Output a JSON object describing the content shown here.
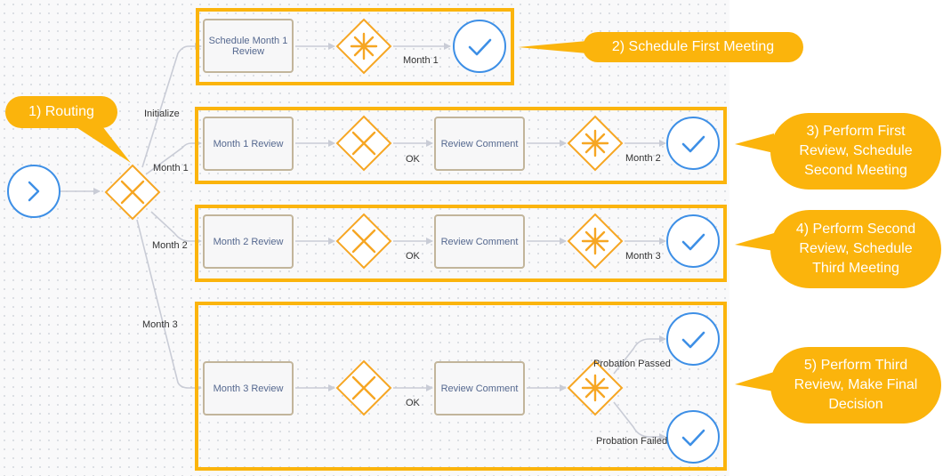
{
  "tasks": {
    "schedule_month1": "Schedule Month 1 Review",
    "month1_review": "Month 1 Review",
    "review_comment_1": "Review Comment",
    "month2_review": "Month 2 Review",
    "review_comment_2": "Review Comment",
    "month3_review": "Month 3 Review",
    "review_comment_3": "Review Comment"
  },
  "edge_labels": {
    "initialize": "Initialize",
    "month1": "Month 1",
    "month2": "Month 2",
    "month3": "Month 3",
    "ok1": "OK",
    "ok2": "OK",
    "ok3": "OK",
    "month1_end": "Month 1",
    "month2_end": "Month 2",
    "month3_end": "Month 3",
    "probation_passed": "Probation Passed",
    "probation_failed": "Probation Failed"
  },
  "callouts": {
    "routing": "1) Routing",
    "schedule_first": "2) Schedule First Meeting",
    "perform_first_l1": "3) Perform First",
    "perform_first_l2": "Review, Schedule",
    "perform_first_l3": "Second Meeting",
    "perform_second_l1": "4) Perform Second",
    "perform_second_l2": "Review, Schedule",
    "perform_second_l3": "Third Meeting",
    "perform_third_l1": "5) Perform Third",
    "perform_third_l2": "Review, Make Final",
    "perform_third_l3": "Decision"
  },
  "colors": {
    "highlight": "#fbb40c",
    "gateway": "#f6a623",
    "event": "#3d8fe6",
    "connector": "#c9ccd6",
    "task_border": "#c2b59b"
  }
}
